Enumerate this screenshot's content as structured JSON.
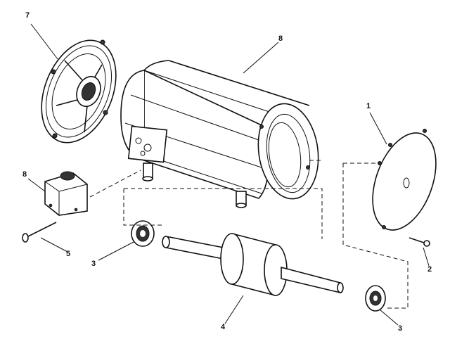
{
  "callouts": {
    "end_bell_left": "7",
    "frame": "8",
    "end_cover_right": "1",
    "terminal_box": "8",
    "screw": "5",
    "bearing_left": "3",
    "rotor_shaft": "4",
    "bolt": "2",
    "bearing_right": "3"
  }
}
